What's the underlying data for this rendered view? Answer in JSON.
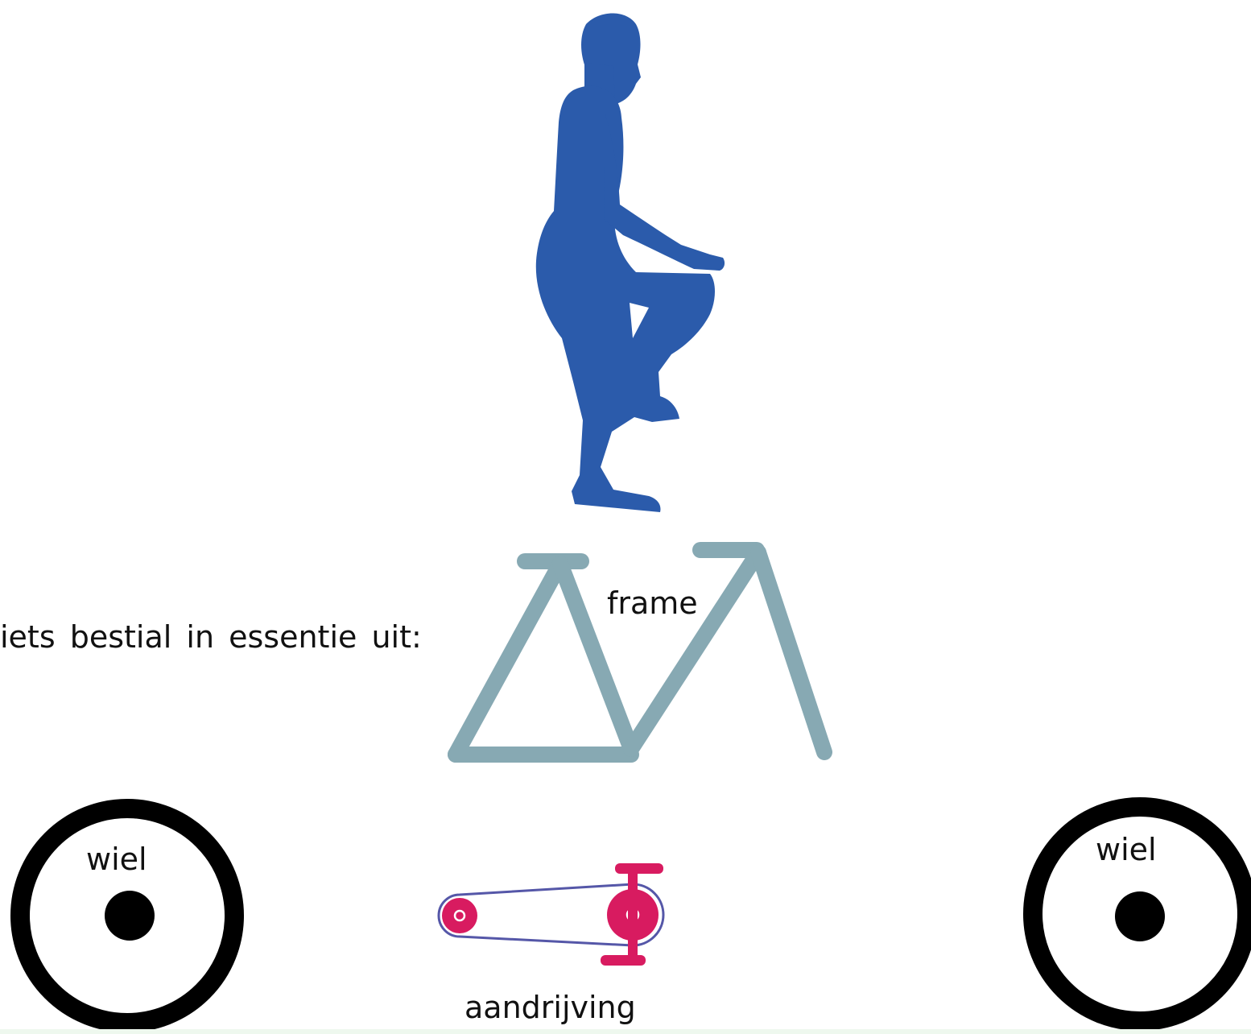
{
  "labels": {
    "intro": "iets bestial in essentie uit:",
    "frame": "frame",
    "wheel_left": "wiel",
    "wheel_right": "wiel",
    "drive": "aandrijving"
  },
  "icons": {
    "rider": "rider-silhouette-icon",
    "frame": "bicycle-frame-icon",
    "drive": "chain-drive-icon",
    "wheel": "wheel-icon"
  },
  "colors": {
    "rider": "#2b5bab",
    "frame": "#87a9b3",
    "drive": "#d81b60",
    "wheel": "#000000"
  }
}
